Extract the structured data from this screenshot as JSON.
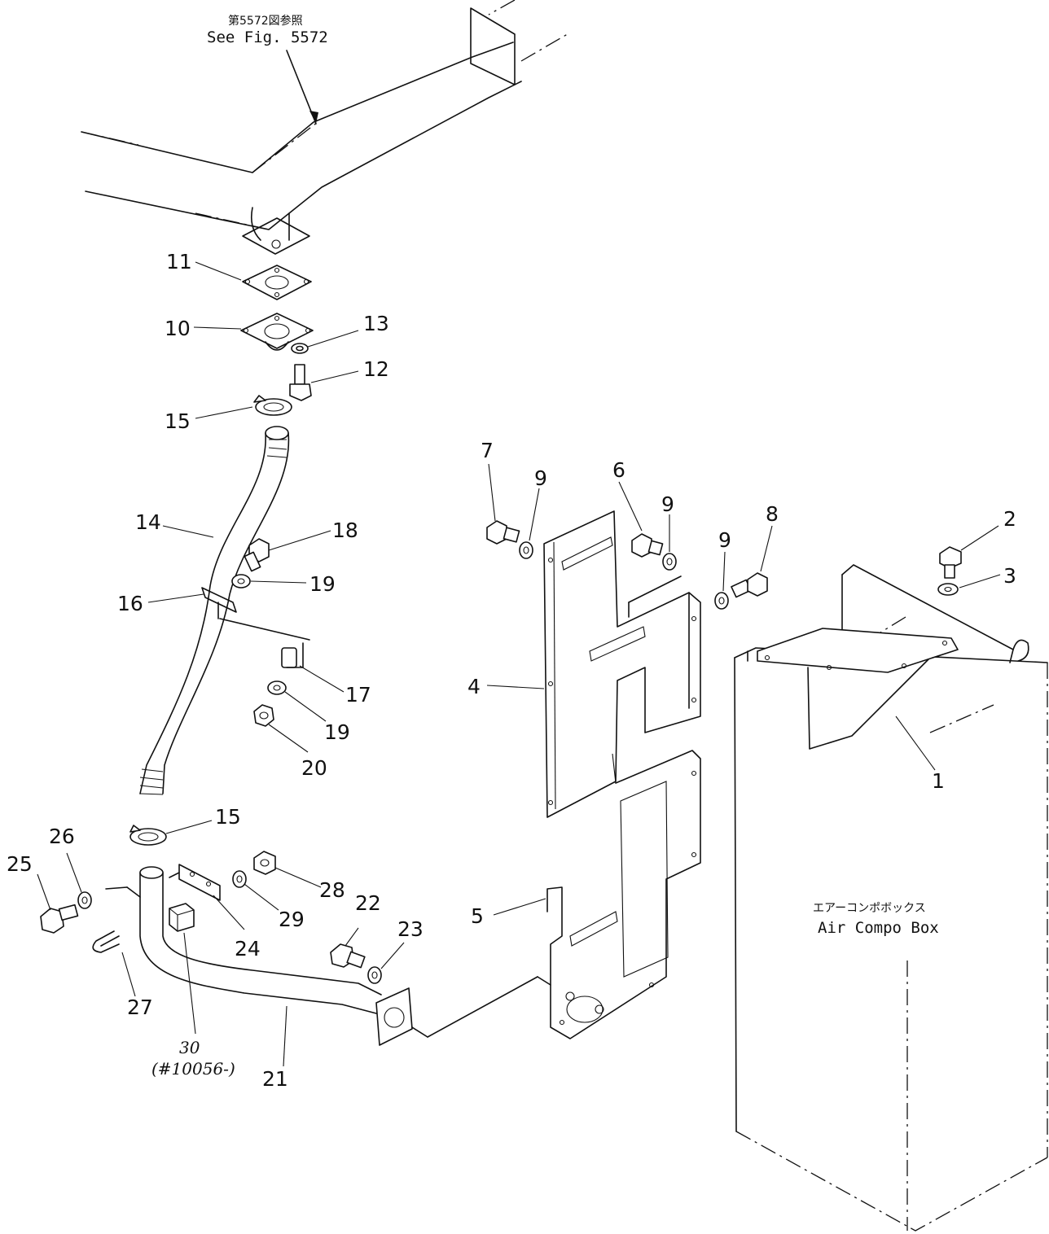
{
  "references": {
    "fig_ref_jp": "第5572図参照",
    "fig_ref_en": "See Fig. 5572",
    "box_label_jp": "エアーコンポボックス",
    "box_label_en": "Air Compo Box",
    "part30_note": "(#10056-)"
  },
  "callouts": [
    {
      "id": "p1",
      "label": "1"
    },
    {
      "id": "p2",
      "label": "2"
    },
    {
      "id": "p3",
      "label": "3"
    },
    {
      "id": "p4",
      "label": "4"
    },
    {
      "id": "p5",
      "label": "5"
    },
    {
      "id": "p6",
      "label": "6"
    },
    {
      "id": "p7",
      "label": "7"
    },
    {
      "id": "p8",
      "label": "8"
    },
    {
      "id": "p9a",
      "label": "9"
    },
    {
      "id": "p9b",
      "label": "9"
    },
    {
      "id": "p9c",
      "label": "9"
    },
    {
      "id": "p10",
      "label": "10"
    },
    {
      "id": "p11",
      "label": "11"
    },
    {
      "id": "p12",
      "label": "12"
    },
    {
      "id": "p13",
      "label": "13"
    },
    {
      "id": "p14",
      "label": "14"
    },
    {
      "id": "p15a",
      "label": "15"
    },
    {
      "id": "p15b",
      "label": "15"
    },
    {
      "id": "p16",
      "label": "16"
    },
    {
      "id": "p17",
      "label": "17"
    },
    {
      "id": "p18",
      "label": "18"
    },
    {
      "id": "p19a",
      "label": "19"
    },
    {
      "id": "p19b",
      "label": "19"
    },
    {
      "id": "p20",
      "label": "20"
    },
    {
      "id": "p21",
      "label": "21"
    },
    {
      "id": "p22",
      "label": "22"
    },
    {
      "id": "p23",
      "label": "23"
    },
    {
      "id": "p24",
      "label": "24"
    },
    {
      "id": "p25",
      "label": "25"
    },
    {
      "id": "p26",
      "label": "26"
    },
    {
      "id": "p27",
      "label": "27"
    },
    {
      "id": "p28",
      "label": "28"
    },
    {
      "id": "p29",
      "label": "29"
    },
    {
      "id": "p30",
      "label": "30"
    }
  ]
}
